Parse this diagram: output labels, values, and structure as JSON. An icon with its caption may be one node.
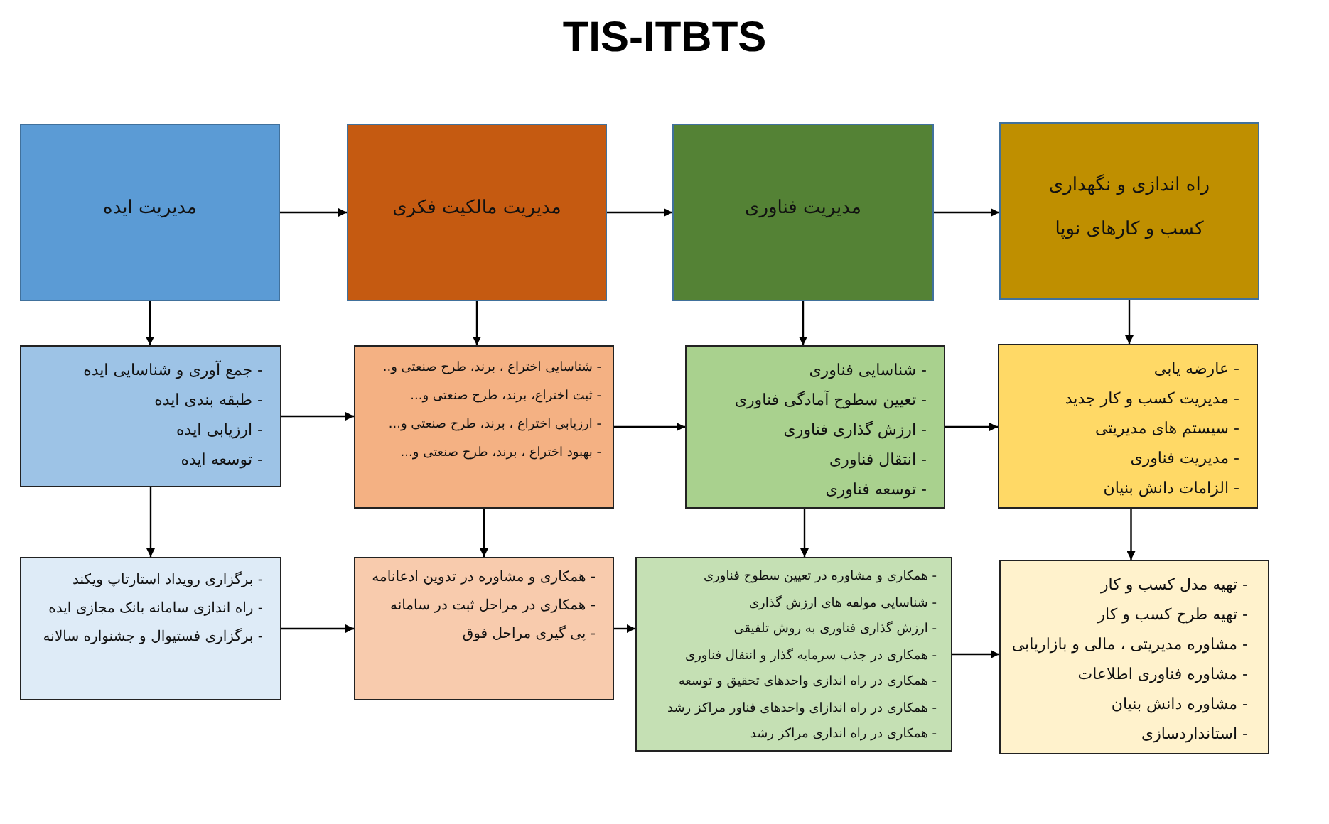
{
  "diagram": {
    "title": "TIS-ITBTS",
    "nodes": [
      {
        "text": [
          "مدیریت ایده"
        ]
      },
      {
        "text": [
          "مدیریت مالکیت فکری"
        ]
      },
      {
        "text": [
          "مدیریت فناوری"
        ]
      },
      {
        "text": [
          "راه اندازی و نگهداری",
          "کسب و کارهای نوپا"
        ]
      },
      {
        "text": [
          "- جمع آوری و شناسایی ایده",
          "- طبقه بندی ایده",
          "- ارزیابی ایده",
          "- توسعه ایده"
        ]
      },
      {
        "text": [
          "- شناسایی اختراع ، برند، طرح صنعتی و..",
          "- ثبت اختراع، برند، طرح صنعتی و...",
          "- ارزیابی اختراع ، برند، طرح صنعتی و...",
          "- بهبود اختراع ، برند، طرح صنعتی و..."
        ]
      },
      {
        "text": [
          "- شناسایی فناوری",
          "- تعیین سطوح آمادگی فناوری",
          "- ارزش گذاری فناوری",
          "- انتقال فناوری",
          "- توسعه فناوری"
        ]
      },
      {
        "text": [
          "- عارضه یابی",
          "- مدیریت کسب و کار جدید",
          "- سیستم های مدیریتی",
          "- مدیریت فناوری",
          "- الزامات دانش بنیان"
        ]
      },
      {
        "text": [
          "- برگزاری رویداد استارتاپ ویکند",
          "- راه اندازی سامانه بانک مجازی ایده",
          "- برگزاری فستیوال و جشنواره سالانه"
        ]
      },
      {
        "text": [
          "- همکاری و مشاوره در تدوین ادعانامه",
          "- همکاری در مراحل ثبت در سامانه",
          "- پی گیری مراحل فوق"
        ]
      },
      {
        "text": [
          "- همکاری و مشاوره در تعیین سطوح فناوری",
          "- شناسایی مولفه های ارزش گذاری",
          "- ارزش گذاری فناوری به روش تلفیقی",
          "- همکاری در جذب سرمایه گذار و انتقال فناوری",
          "- همکاری در راه اندازی واحدهای تحقیق و توسعه",
          "- همکاری در راه اندازای واحدهای فناور مراکز رشد",
          "- همکاری در راه اندازی مراکز رشد"
        ]
      },
      {
        "text": [
          "- تهیه مدل کسب و کار",
          "- تهیه طرح کسب و کار",
          "- مشاوره مدیریتی ، مالی و بازاریابی",
          "- مشاوره فناوری اطلاعات",
          "- مشاوره دانش بنیان",
          "- استانداردسازی"
        ]
      }
    ],
    "edges": [
      {
        "from": 0,
        "to": 1,
        "arrow": "to"
      },
      {
        "from": 1,
        "to": 2,
        "arrow": "to"
      },
      {
        "from": 2,
        "to": 3,
        "arrow": "to"
      },
      {
        "from": 0,
        "to": 4,
        "arrow": "to"
      },
      {
        "from": 1,
        "to": 5,
        "arrow": "to"
      },
      {
        "from": 2,
        "to": 6,
        "arrow": "to"
      },
      {
        "from": 3,
        "to": 7,
        "arrow": "to"
      },
      {
        "from": 4,
        "to": 8,
        "arrow": "to"
      },
      {
        "from": 5,
        "to": 9,
        "arrow": "to"
      },
      {
        "from": 6,
        "to": 10,
        "arrow": "to"
      },
      {
        "from": 7,
        "to": 11,
        "arrow": "to"
      },
      {
        "from": 4,
        "to": 5,
        "arrow": "to"
      },
      {
        "from": 5,
        "to": 6,
        "arrow": "to"
      },
      {
        "from": 6,
        "to": 7,
        "arrow": "to"
      },
      {
        "from": 8,
        "to": 9,
        "arrow": "to"
      },
      {
        "from": 9,
        "to": 10,
        "arrow": "to"
      },
      {
        "from": 10,
        "to": 11,
        "arrow": "to"
      }
    ]
  }
}
